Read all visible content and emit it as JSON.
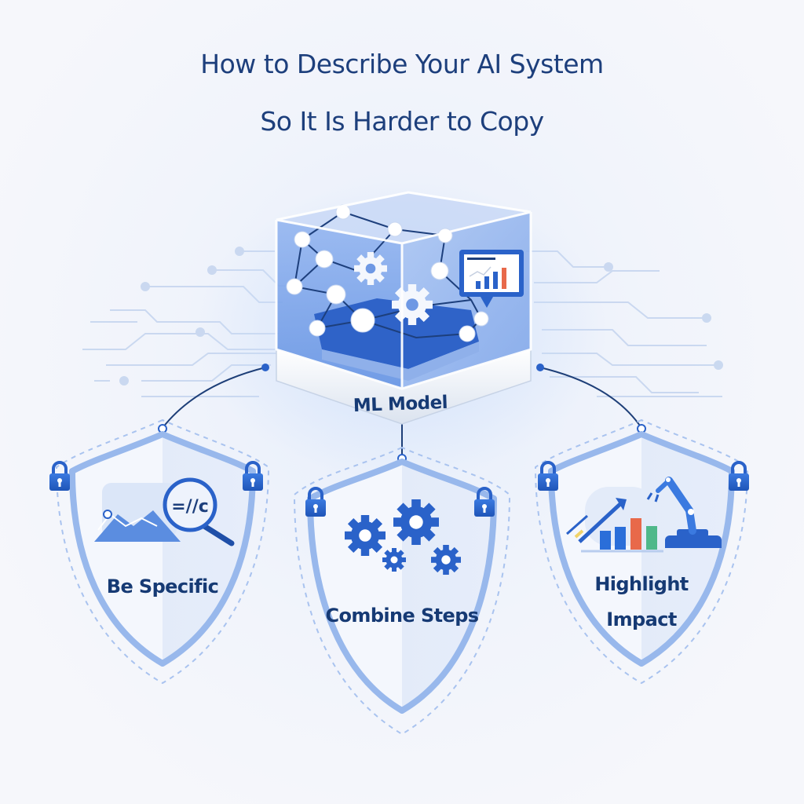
{
  "title": {
    "line1": "How to Describe Your AI System",
    "line2": "So It Is Harder to Copy"
  },
  "center": {
    "label": "ML Model",
    "icon": "neural-network-cube",
    "inner_chart_bars": [
      "#2a62c9",
      "#2a62c9",
      "#2a62c9",
      "#e8694a"
    ]
  },
  "shields": [
    {
      "label": "Be Specific",
      "icon": "magnifier-over-landscape-icon",
      "magnifier_text": "=//c",
      "locks": 2
    },
    {
      "label": "Combine Steps",
      "icon": "gears-icon",
      "locks": 2
    },
    {
      "label_line1": "Highlight",
      "label_line2": "Impact",
      "icon": "chart-and-robot-arm-icon",
      "bar_colors": [
        "#2a6ed9",
        "#2a6ed9",
        "#e8694a",
        "#4fb88a"
      ],
      "locks": 2
    }
  ],
  "colors": {
    "title": "#1d3f7c",
    "accent": "#2a62c9",
    "shield_fill": "#eef3fc",
    "shield_border": "#a9c3ef",
    "background": "#f3f5fb"
  }
}
